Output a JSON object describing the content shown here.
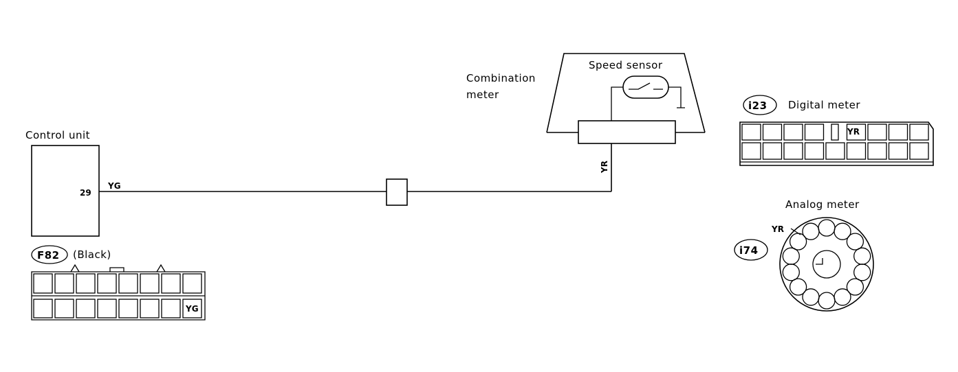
{
  "control_unit": {
    "label": "Control unit",
    "pin": "29",
    "wire_color": "YG"
  },
  "connector_f82": {
    "id": "F82",
    "color_note": "(Black)",
    "terminal_label": "YG"
  },
  "combination_meter": {
    "label_line1": "Combination",
    "label_line2": "meter",
    "sensor_label": "Speed sensor",
    "wire_color": "YR"
  },
  "connector_i23": {
    "id": "i23",
    "label": "Digital meter",
    "terminal_label": "YR"
  },
  "connector_i74": {
    "id": "i74",
    "label": "Analog meter",
    "terminal_label": "YR"
  }
}
